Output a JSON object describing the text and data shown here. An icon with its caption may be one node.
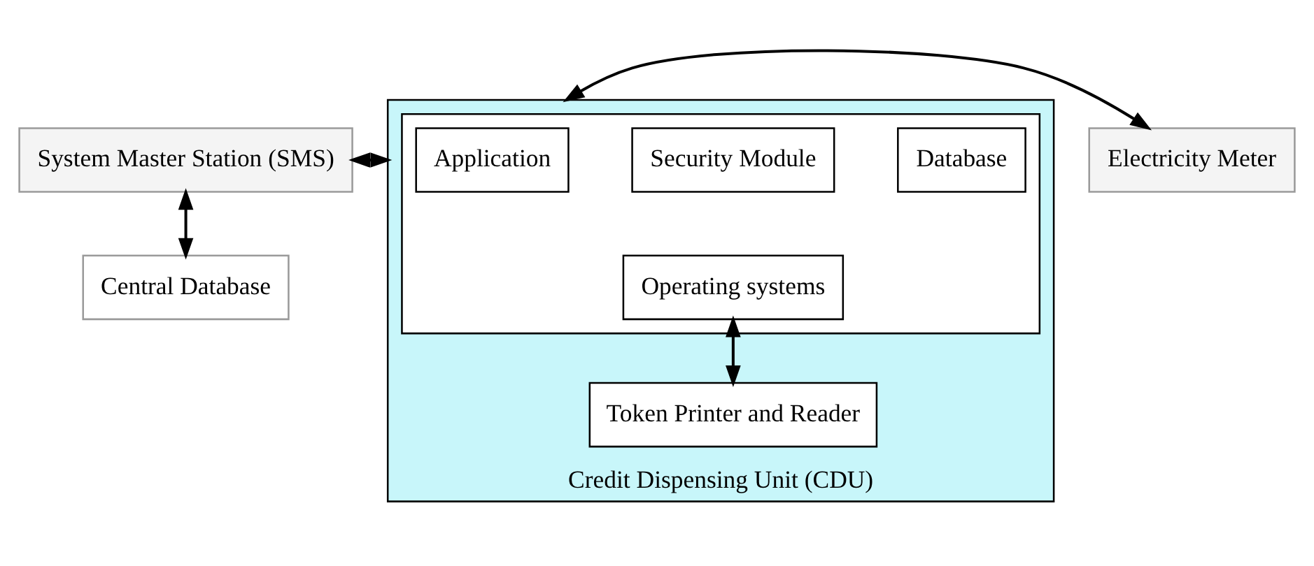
{
  "diagram": {
    "nodes": [
      {
        "text": [
          "System Master Station (SMS)"
        ]
      },
      {
        "text": [
          "Central Database"
        ]
      },
      {
        "text": [
          "Credit Dispensing Unit (CDU)"
        ]
      },
      {
        "text": [],
        "shape": "box",
        "in": 2
      },
      {
        "text": [
          "Application"
        ],
        "in": 3
      },
      {
        "text": [
          "Security Module"
        ],
        "in": 3
      },
      {
        "text": [
          "Database"
        ],
        "in": 3
      },
      {
        "text": [
          "Operating systems"
        ],
        "in": 3
      },
      {
        "text": [
          "Token Printer and Reader"
        ],
        "in": 2
      },
      {
        "text": [
          "Electricity Meter"
        ]
      }
    ],
    "edges": [
      {
        "from": 0,
        "to": 2,
        "arrow": "both"
      },
      {
        "from": 0,
        "to": 1,
        "arrow": "both"
      },
      {
        "from": 7,
        "to": 8,
        "arrow": "both"
      },
      {
        "from": 2,
        "to": 9,
        "arrow": "both"
      }
    ]
  }
}
